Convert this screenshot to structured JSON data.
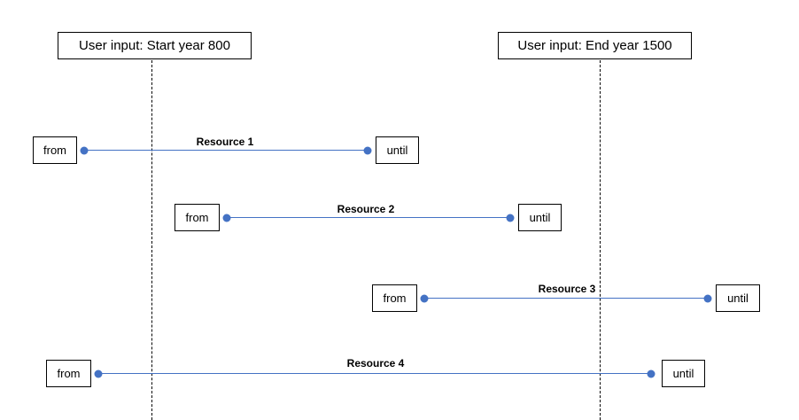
{
  "markers": {
    "start_label": "User input: Start year 800",
    "end_label": "User input: End year 1500"
  },
  "resources": [
    {
      "name": "Resource 1",
      "from_label": "from",
      "until_label": "until"
    },
    {
      "name": "Resource 2",
      "from_label": "from",
      "until_label": "until"
    },
    {
      "name": "Resource 3",
      "from_label": "from",
      "until_label": "until"
    },
    {
      "name": "Resource 4",
      "from_label": "from",
      "until_label": "until"
    }
  ],
  "colors": {
    "timeline": "#4472C4",
    "border": "#000000"
  }
}
